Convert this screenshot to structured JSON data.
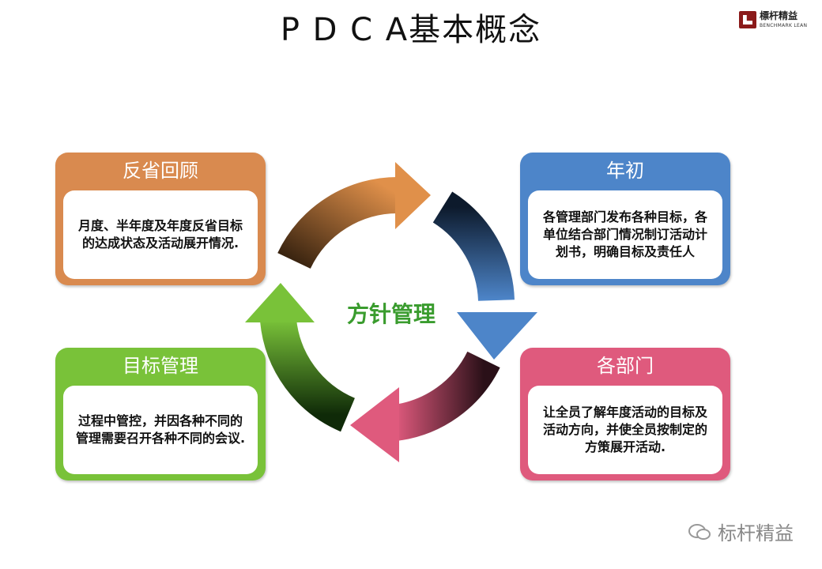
{
  "title": "P D C A基本概念",
  "logo": {
    "cn": "標杆精益",
    "en": "BENCHMARK LEAN"
  },
  "center_label": "方针管理",
  "cards": [
    {
      "heading": "反省回顾",
      "text": "月度、半年度及年度反省目标的达成状态及活动展开情况.",
      "color": "#d98a4f"
    },
    {
      "heading": "年初",
      "text": "各管理部门发布各种目标，各单位结合部门情况制订活动计划书，明确目标及责任人",
      "color": "#4d85c9"
    },
    {
      "heading": "目标管理",
      "text": "过程中管控，并因各种不同的管理需要召开各种不同的会议.",
      "color": "#79c239"
    },
    {
      "heading": "各部门",
      "text": "让全员了解年度活动的目标及活动方向，并使全员按制定的方策展开活动.",
      "color": "#df5a7d"
    }
  ],
  "footer": "标杆精益"
}
